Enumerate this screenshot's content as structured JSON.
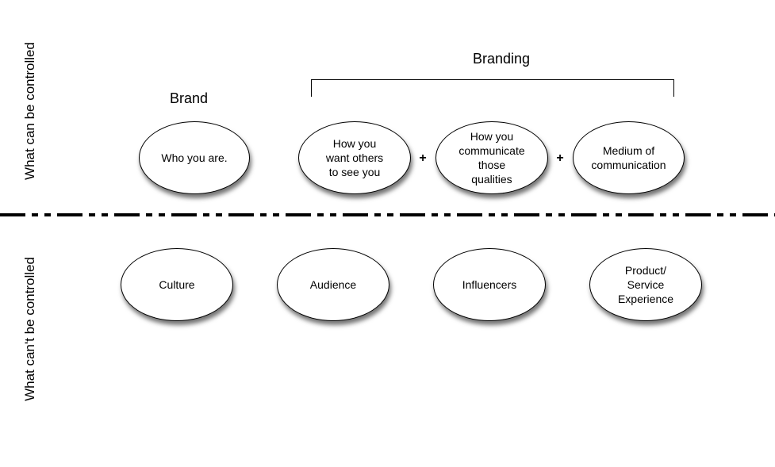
{
  "row_labels": {
    "controlled": "What can be controlled",
    "uncontrolled": "What can't be controlled"
  },
  "headings": {
    "brand": "Brand",
    "branding": "Branding"
  },
  "top_row": {
    "who": "Who you are.",
    "want": "How you\nwant others\nto see you",
    "communicate": "How you\ncommunicate\nthose\nqualities",
    "medium": "Medium of\ncommunication",
    "plus": "+"
  },
  "bottom_row": {
    "culture": "Culture",
    "audience": "Audience",
    "influencers": "Influencers",
    "product": "Product/\nService\nExperience"
  }
}
